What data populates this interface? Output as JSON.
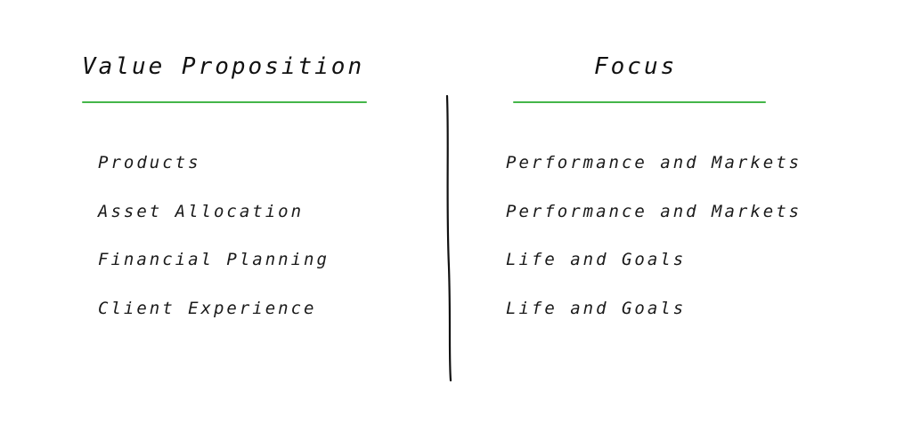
{
  "left": {
    "heading": "Value Proposition",
    "items": [
      "Products",
      "Asset Allocation",
      "Financial Planning",
      "Client Experience"
    ]
  },
  "right": {
    "heading": "Focus",
    "items": [
      "Performance and Markets",
      "Performance and Markets",
      "Life and Goals",
      "Life and Goals"
    ]
  },
  "colors": {
    "accent_underline": "#44b649",
    "ink": "#111111"
  }
}
